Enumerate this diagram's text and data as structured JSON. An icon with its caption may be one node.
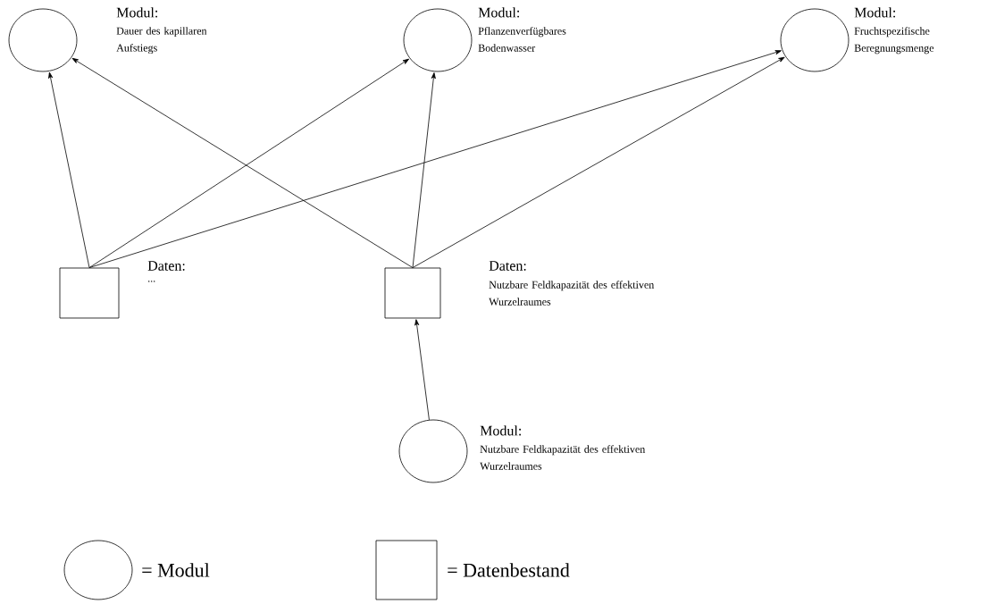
{
  "diagram": {
    "nodes": [
      {
        "text": [
          "Modul:",
          "Dauer des kapillaren Aufstiegs"
        ]
      },
      {
        "text": [
          "Modul:",
          "Pflanzenverfügbares Bodenwasser"
        ]
      },
      {
        "text": [
          "Modul:",
          "Fruchtspezifische Beregnungsmenge"
        ]
      },
      {
        "text": [
          "Daten:",
          "..."
        ]
      },
      {
        "text": [
          "Daten:",
          "Nutzbare Feldkapazität des effektiven Wurzelraumes"
        ]
      },
      {
        "text": [
          "Modul:",
          "Nutzbare Feldkapazität des effektiven Wurzelraumes"
        ]
      }
    ],
    "edges": [
      {
        "from": 3,
        "to": 0,
        "arrow": "to"
      },
      {
        "from": 3,
        "to": 1,
        "arrow": "to"
      },
      {
        "from": 3,
        "to": 2,
        "arrow": "to"
      },
      {
        "from": 4,
        "to": 0,
        "arrow": "to"
      },
      {
        "from": 4,
        "to": 1,
        "arrow": "to"
      },
      {
        "from": 4,
        "to": 2,
        "arrow": "to"
      },
      {
        "from": 5,
        "to": 4,
        "arrow": "to"
      }
    ],
    "legend": [
      {
        "text": "= Modul"
      },
      {
        "text": "= Datenbestand"
      }
    ]
  }
}
